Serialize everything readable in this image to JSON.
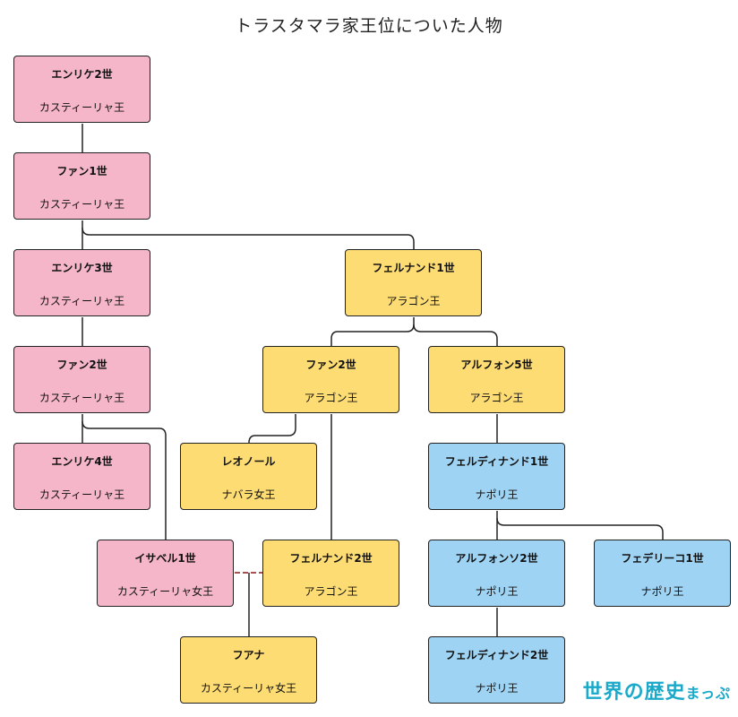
{
  "title": "トラスタマラ家王位についた人物",
  "logo": {
    "part1": "世界",
    "part2": "の歴史",
    "part3": "まっぷ"
  },
  "colors": {
    "castile": "#f4b6c8",
    "aragon": "#fddc73",
    "naples": "#9fd3f3"
  },
  "nodes": {
    "enrique2": {
      "name": "エンリケ2世",
      "role": "カスティーリャ王"
    },
    "juan1": {
      "name": "ファン1世",
      "role": "カスティーリャ王"
    },
    "enrique3": {
      "name": "エンリケ3世",
      "role": "カスティーリャ王"
    },
    "juan2_castile": {
      "name": "ファン2世",
      "role": "カスティーリャ王"
    },
    "enrique4": {
      "name": "エンリケ4世",
      "role": "カスティーリャ王"
    },
    "isabel1": {
      "name": "イサベル1世",
      "role": "カスティーリャ女王"
    },
    "fernando1": {
      "name": "フェルナンド1世",
      "role": "アラゴン王"
    },
    "juan2_aragon": {
      "name": "ファン2世",
      "role": "アラゴン王"
    },
    "alfonso5": {
      "name": "アルフォン5世",
      "role": "アラゴン王"
    },
    "leonor": {
      "name": "レオノール",
      "role": "ナバラ女王"
    },
    "fernando2": {
      "name": "フェルナンド2世",
      "role": "アラゴン王"
    },
    "juana": {
      "name": "フアナ",
      "role": "カスティーリャ女王"
    },
    "ferdinando1": {
      "name": "フェルディナンド1世",
      "role": "ナポリ王"
    },
    "alfonso2": {
      "name": "アルフォンソ2世",
      "role": "ナポリ王"
    },
    "federico1": {
      "name": "フェデリーコ1世",
      "role": "ナポリ王"
    },
    "ferdinando2": {
      "name": "フェルディナンド2世",
      "role": "ナポリ王"
    }
  }
}
